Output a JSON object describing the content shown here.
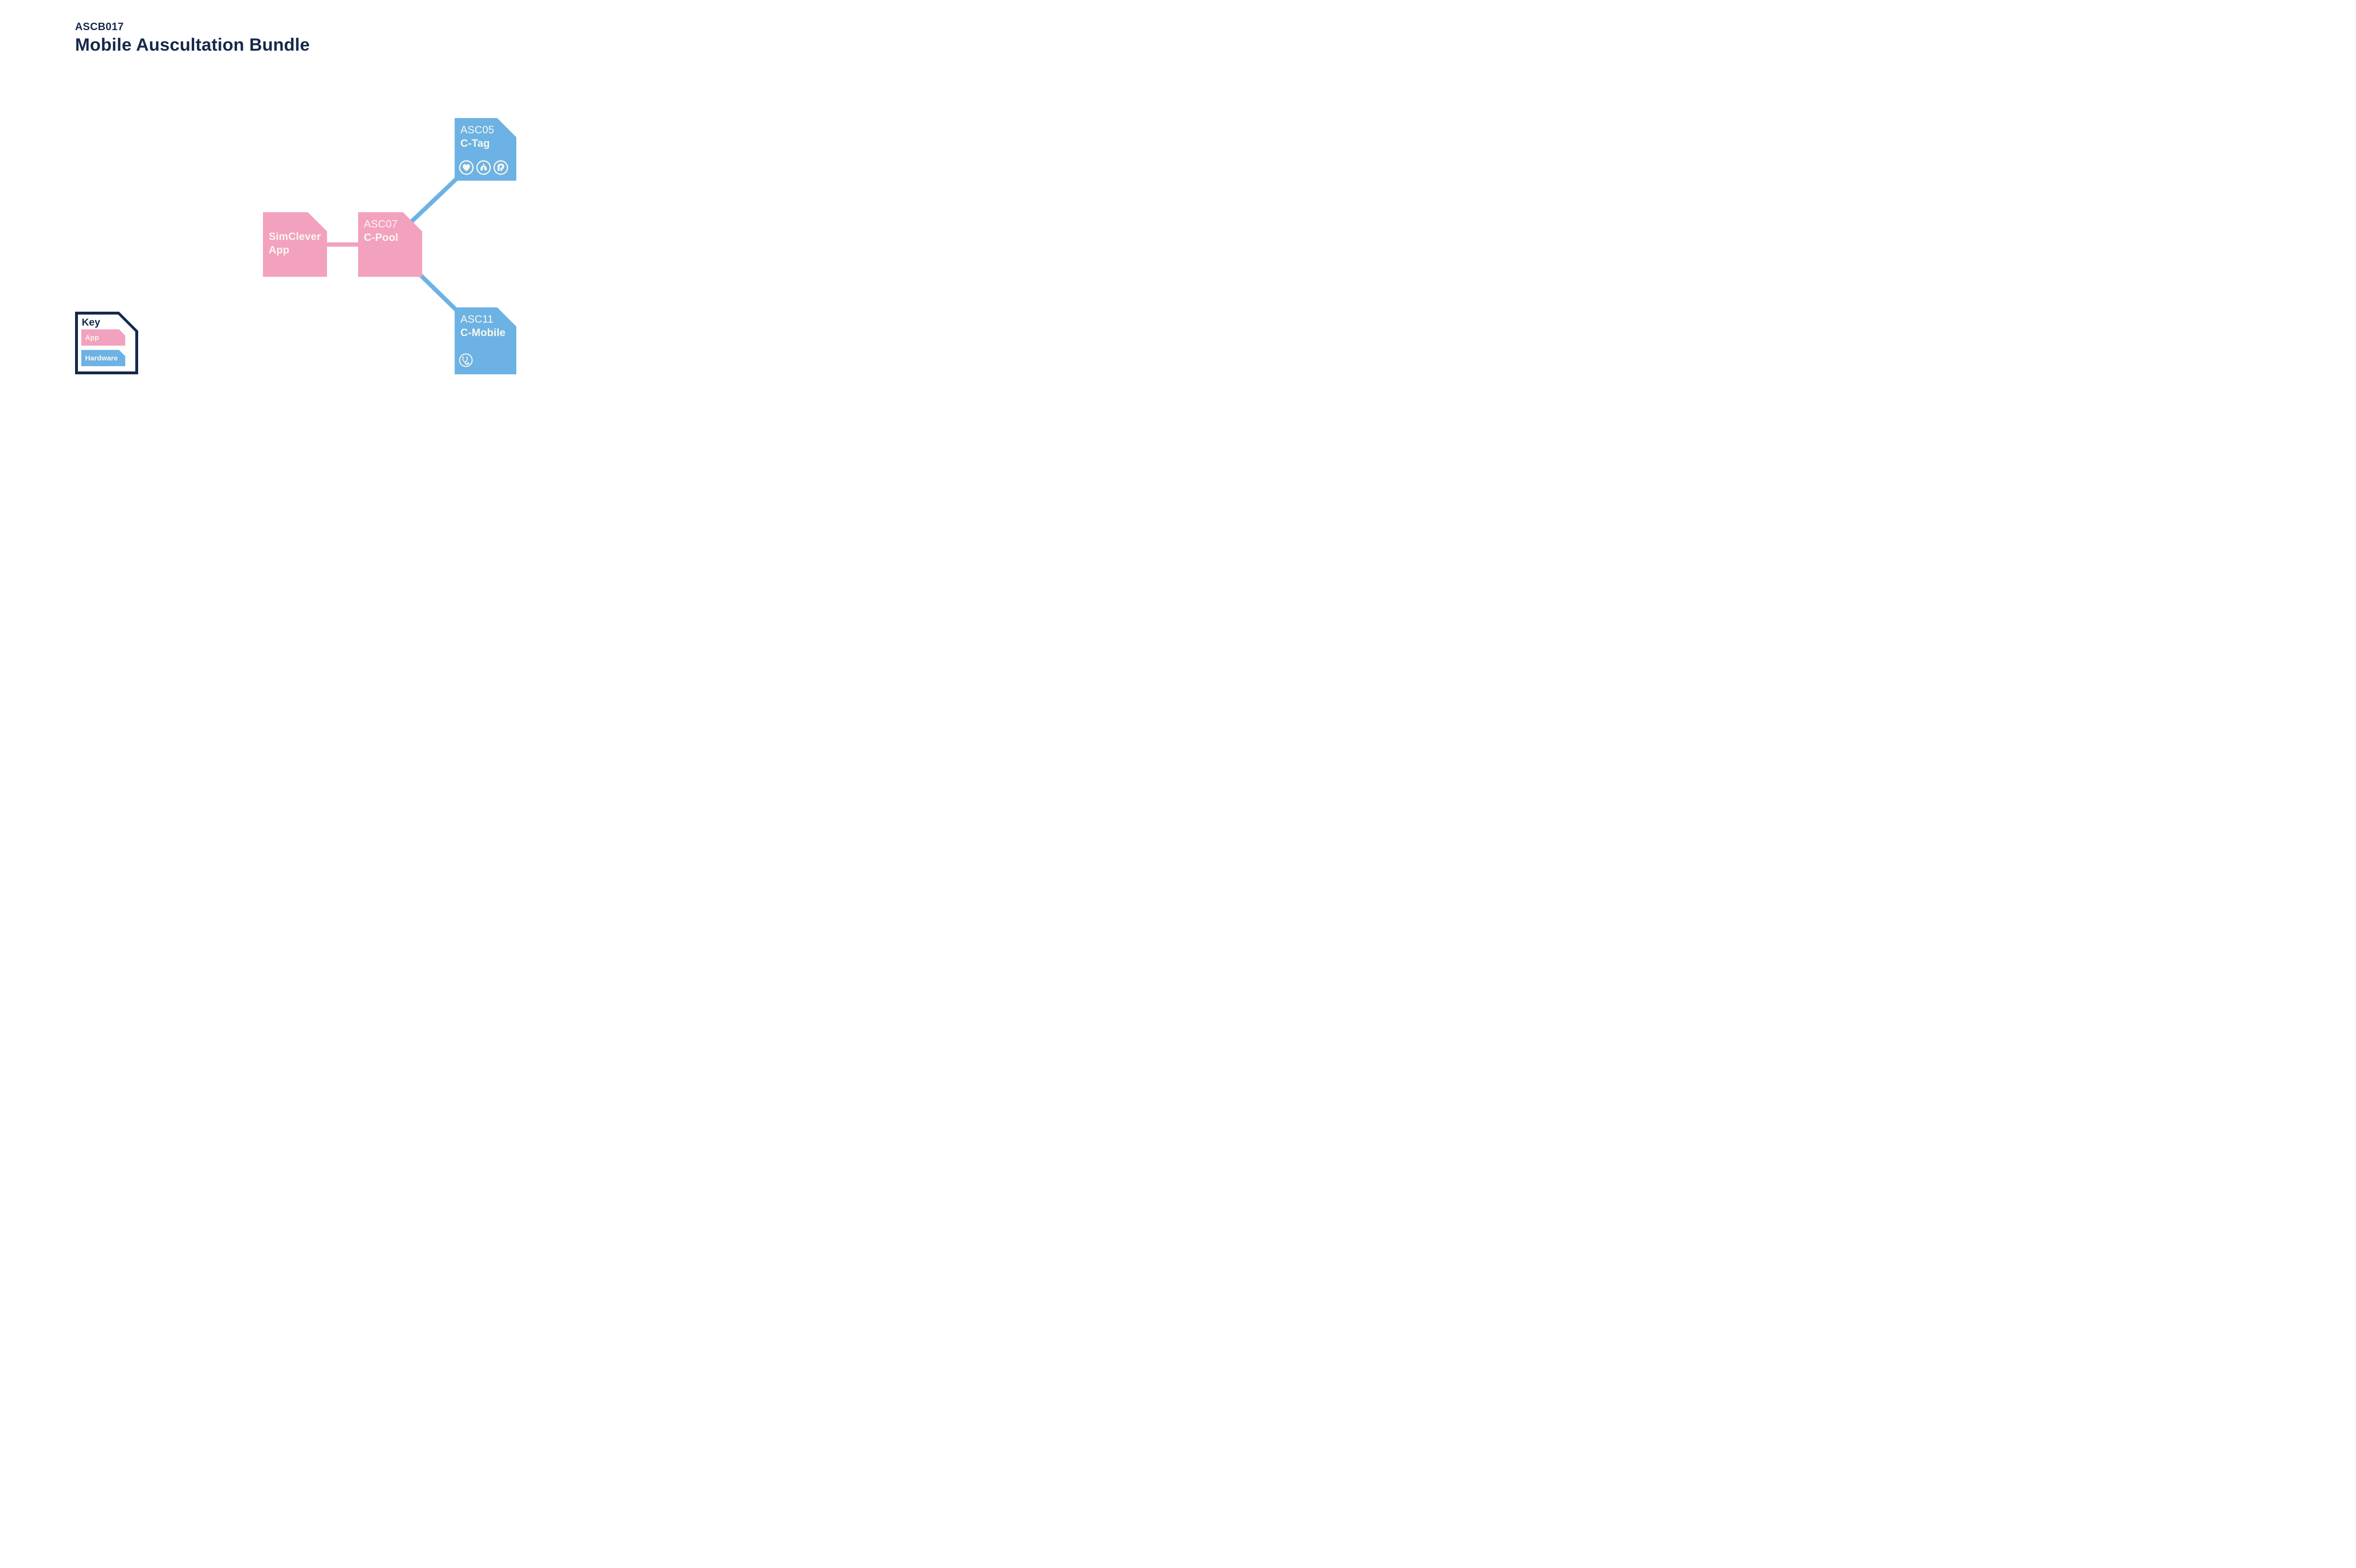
{
  "header": {
    "code": "ASCB017",
    "title": "Mobile Auscultation Bundle"
  },
  "palette": {
    "navy": "#16294B",
    "pink_app": "#F2A1BF",
    "blue_hardware": "#6CB2E4",
    "cream_text": "#FBF7EC",
    "background": "#FFFFFF"
  },
  "nodes": [
    {
      "id": "simclever-app",
      "line1": "SimClever",
      "line2": "App",
      "category": "app"
    },
    {
      "id": "c-pool",
      "code": "ASC07",
      "name": "C-Pool",
      "category": "app"
    },
    {
      "id": "c-tag",
      "code": "ASC05",
      "name": "C-Tag",
      "category": "hardware",
      "icons": [
        "heart-icon",
        "lungs-icon",
        "intestine-icon"
      ]
    },
    {
      "id": "c-mobile",
      "code": "ASC11",
      "name": "C-Mobile",
      "category": "hardware",
      "icons": [
        "stethoscope-icon"
      ]
    }
  ],
  "connections": [
    {
      "from": "simclever-app",
      "to": "c-pool",
      "color": "#F2A1BF"
    },
    {
      "from": "c-pool",
      "to": "c-tag",
      "color": "#6CB2E4"
    },
    {
      "from": "c-pool",
      "to": "c-mobile",
      "color": "#6CB2E4"
    }
  ],
  "key": {
    "title": "Key",
    "items": [
      {
        "label": "App",
        "color": "#F2A1BF"
      },
      {
        "label": "Hardware",
        "color": "#6CB2E4"
      }
    ]
  }
}
